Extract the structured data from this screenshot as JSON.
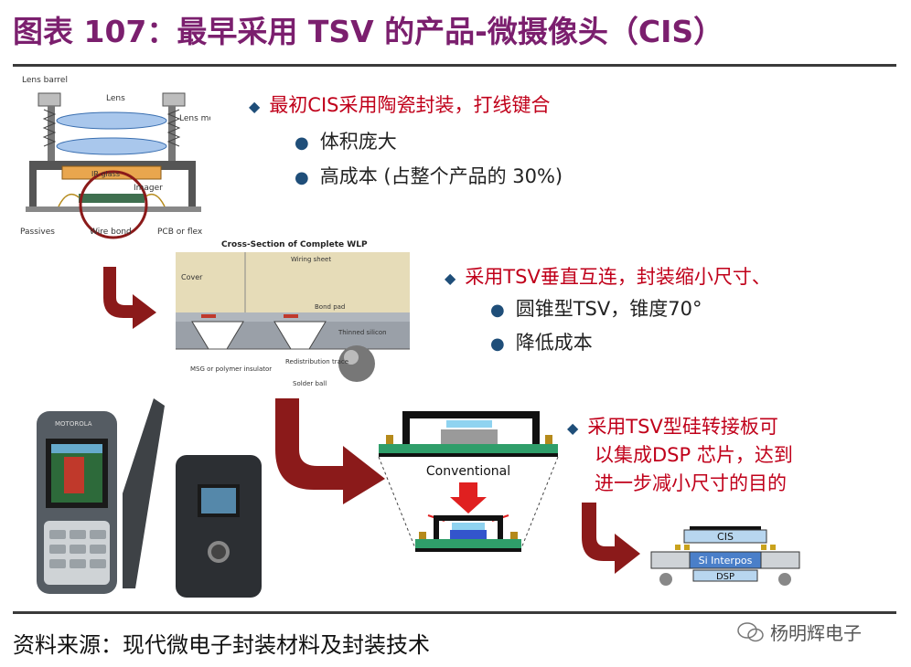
{
  "title": "图表 107：最早采用 TSV 的产品-微摄像头（CIS）",
  "section1": {
    "heading": "最初CIS采用陶瓷封装，打线键合",
    "bullets": [
      "体积庞大",
      "高成本 (占整个产品的 30%)"
    ],
    "diagram_labels": {
      "lens_barrel": "Lens barrel",
      "lens": "Lens",
      "lens_mount": "Lens mount",
      "ir_glass": "IR glass",
      "imager": "Imager",
      "passives": "Passives",
      "wire_bond": "Wire bond",
      "pcb": "PCB or flex"
    }
  },
  "section2": {
    "heading": "采用TSV垂直互连，封装缩小尺寸、",
    "bullets": [
      "圆锥型TSV，锥度70°",
      "降低成本"
    ],
    "diagram_labels": {
      "title": "Cross-Section of Complete WLP",
      "cover": "Cover",
      "wiring": "Wiring sheet",
      "bond_pad": "Bond pad",
      "thinned_silicon": "Thinned silicon",
      "insulator": "MSG or polymer insulator",
      "redistribution": "Redistribution trace",
      "solder_ball": "Solder ball"
    }
  },
  "section3": {
    "heading_lines": [
      "采用TSV型硅转接板可",
      "以集成DSP 芯片，达到",
      "进一步减小尺寸的目的"
    ],
    "conventional_label": "Conventional",
    "stack_labels": {
      "cis": "CIS",
      "interposer": "Si Interpos",
      "dsp": "DSP"
    }
  },
  "phone": {
    "brand": "MOTOROLA"
  },
  "source": "资料来源：现代微电子封装材料及封装技术",
  "watermark": "杨明辉电子",
  "colors": {
    "title": "#7b1f6e",
    "heading": "#c0001a",
    "bullet": "#1f4e79",
    "arrow": "#8b1a1a",
    "pcb_green": "#2f9e6a"
  }
}
